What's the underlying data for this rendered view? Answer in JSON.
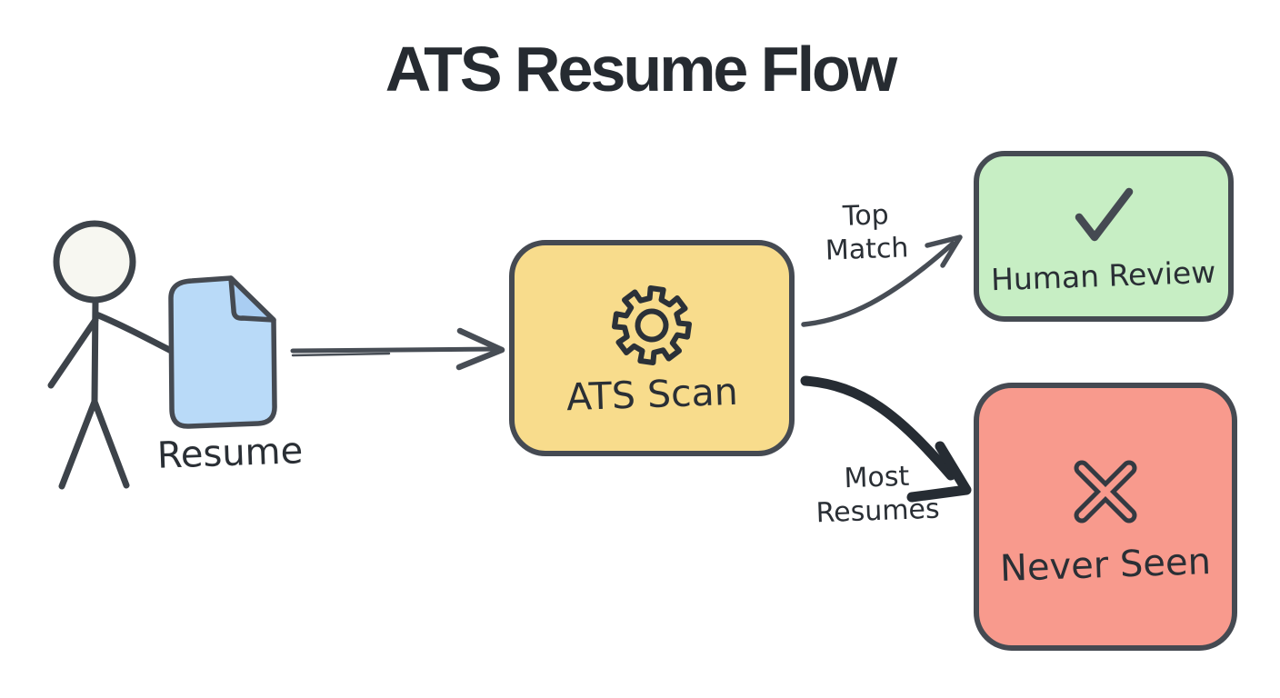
{
  "title": "ATS Resume Flow",
  "colors": {
    "ats_box_fill": "#f8dc8c",
    "human_review_box_fill": "#c7eec4",
    "never_seen_box_fill": "#f89a8d",
    "resume_document_fill": "#b9daf8",
    "outline_stroke": "#454a52",
    "text": "#2a2f35"
  },
  "nodes": {
    "resume": {
      "label": "Resume",
      "icon": "document-icon"
    },
    "ats_scan": {
      "label": "ATS Scan",
      "icon": "gear-icon"
    },
    "human_review": {
      "label": "Human Review",
      "icon": "checkmark-icon"
    },
    "never_seen": {
      "label": "Never Seen",
      "icon": "x-icon"
    }
  },
  "edges": {
    "top_match": {
      "lines": [
        "Top",
        "Match"
      ]
    },
    "most_resumes": {
      "lines": [
        "Most",
        "Resumes"
      ]
    }
  }
}
